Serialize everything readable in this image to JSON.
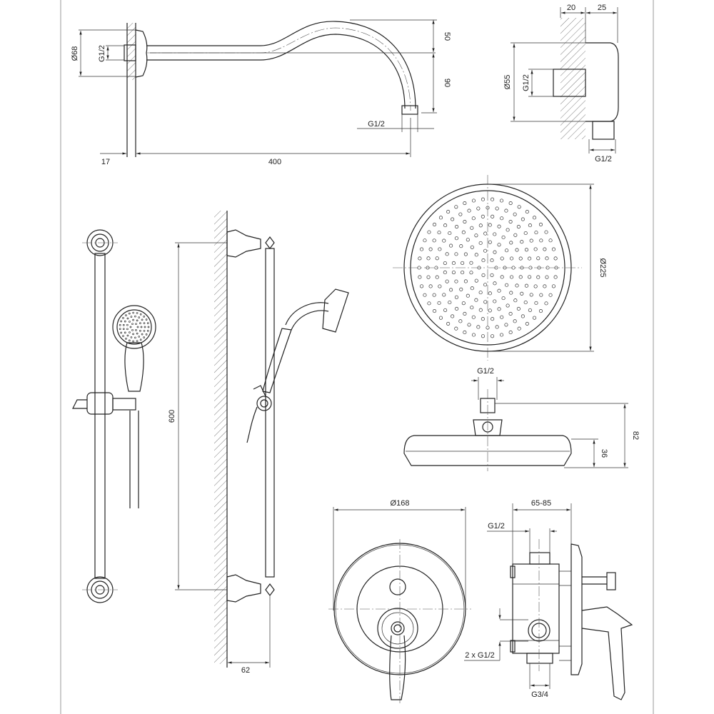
{
  "shower_arm": {
    "d_flange": "Ø68",
    "thread_in": "G1/2",
    "rise": "50",
    "drop": "90",
    "thread_out": "G1/2",
    "wall_depth": "17",
    "length": "400"
  },
  "wall_outlet": {
    "depth_a": "20",
    "depth_b": "25",
    "d_body": "Ø55",
    "thread_in": "G1/2",
    "thread_out": "G1/2"
  },
  "head_top": {
    "diameter": "Ø225"
  },
  "head_side": {
    "thread": "G1/2",
    "height_total": "82",
    "height_head": "36"
  },
  "slide_rail": {
    "length": "600",
    "projection": "62"
  },
  "mixer_front": {
    "diameter": "Ø168"
  },
  "mixer_side": {
    "depth": "65-85",
    "thread_top": "G1/2",
    "thread_side": "2 x G1/2",
    "thread_bottom": "G3/4"
  }
}
